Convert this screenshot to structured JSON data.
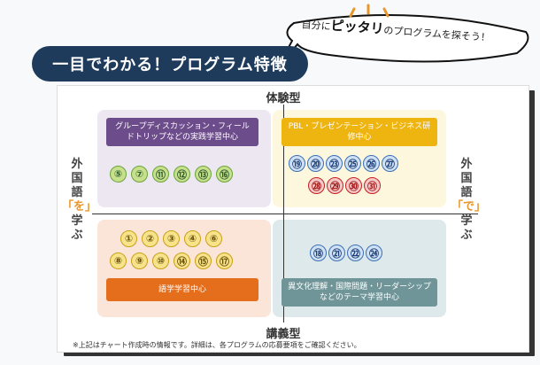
{
  "bubble": {
    "text_before": "自分に",
    "text_bold": "ピッタリ",
    "text_after": "のプログラムを探そう！"
  },
  "banner": {
    "title": "一目でわかる！プログラム特徴"
  },
  "axes": {
    "top": "体験型",
    "bottom": "講義型",
    "left_pre": [
      "外",
      "国",
      "語"
    ],
    "left_hl": "「を」",
    "left_post": [
      "学",
      "ぶ"
    ],
    "right_pre": [
      "外",
      "国",
      "語"
    ],
    "right_hl": "「で」",
    "right_post": [
      "学",
      "ぶ"
    ]
  },
  "quadrants": {
    "top_left": {
      "label": "グループディスカッション・フィールドトリップなどの実践学習中心",
      "numbers": [
        "⑤",
        "⑦",
        "⑪",
        "⑫",
        "⑬",
        "⑯"
      ]
    },
    "top_right": {
      "label": "PBL・プレゼンテーション・ビジネス研修中心",
      "numbers_blue": [
        "⑲",
        "⑳",
        "㉓",
        "㉕",
        "㉖",
        "㉗"
      ],
      "numbers_red": [
        "㉘",
        "㉙",
        "㉚",
        "㉛"
      ]
    },
    "bottom_left": {
      "label": "語学学習中心",
      "numbers_row1": [
        "①",
        "②",
        "③",
        "④",
        "⑥"
      ],
      "numbers_row2": [
        "⑧",
        "⑨",
        "⑩",
        "⑭",
        "⑮",
        "⑰"
      ]
    },
    "bottom_right": {
      "label": "異文化理解・国際問題・リーダーシップなどのテーマ学習中心",
      "numbers": [
        "⑱",
        "㉑",
        "㉒",
        "㉔"
      ]
    }
  },
  "note": "※上記はチャート作成時の情報です。詳細は、各プログラムの応募要項をご確認ください。",
  "colors": {
    "banner": "#1f3b5c",
    "purple": "#6c4c8a",
    "yellow": "#eeb410",
    "orange": "#e46e1c",
    "teal": "#6f9598"
  }
}
